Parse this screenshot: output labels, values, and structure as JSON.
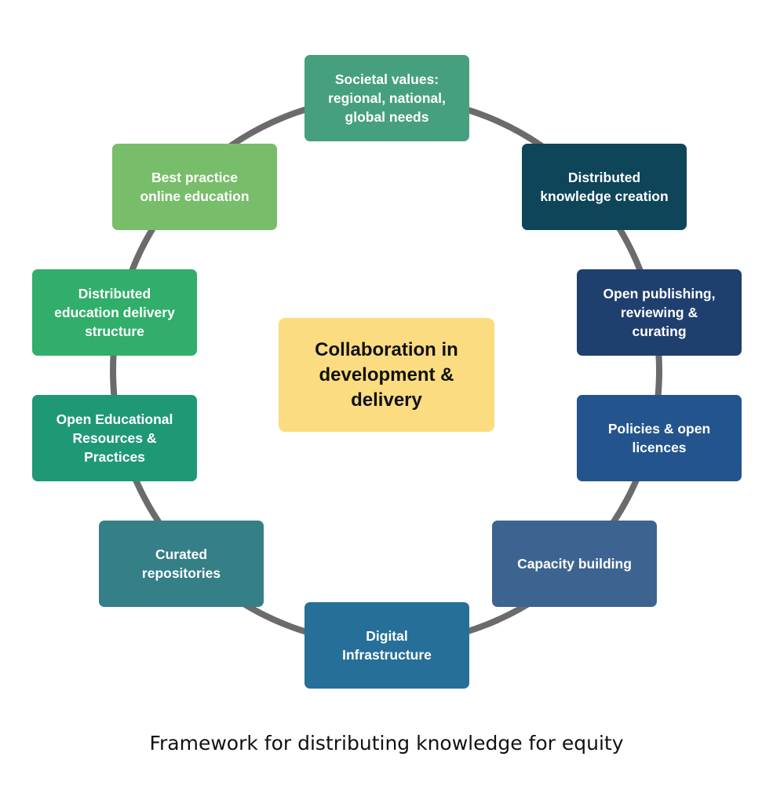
{
  "diagram": {
    "center": "Collaboration in\ndevelopment &\ndelivery",
    "nodes": [
      {
        "label": "Societal values:\nregional, national,\nglobal needs",
        "color": "#46a07e"
      },
      {
        "label": "Distributed\nknowledge creation",
        "color": "#0f4559"
      },
      {
        "label": "Open publishing,\nreviewing &\ncurating",
        "color": "#1f3f6e"
      },
      {
        "label": "Policies & open\nlicences",
        "color": "#23548e"
      },
      {
        "label": "Capacity building",
        "color": "#3d6490"
      },
      {
        "label": "Digital\nInfrastructure",
        "color": "#266f98"
      },
      {
        "label": "Curated\nrepositories",
        "color": "#357f86"
      },
      {
        "label": "Open Educational\nResources &\nPractices",
        "color": "#1f9876"
      },
      {
        "label": "Distributed\neducation delivery\nstructure",
        "color": "#30ae6a"
      },
      {
        "label": "Best practice\nonline education",
        "color": "#78bd6a"
      }
    ],
    "ring_color": "#6b6b6b",
    "center_color": "#fbdc80"
  },
  "caption": "Framework for distributing knowledge for equity"
}
